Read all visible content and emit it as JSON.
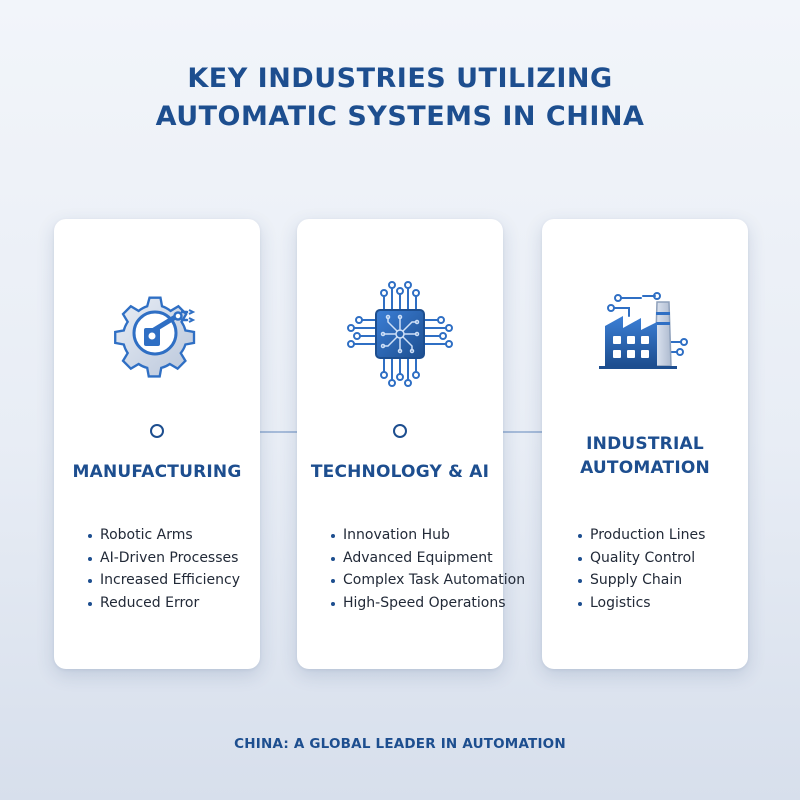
{
  "title": {
    "line1": "KEY INDUSTRIES UTILIZING",
    "line2": "AUTOMATIC SYSTEMS IN CHINA"
  },
  "cards": [
    {
      "icon": "gear-robotic-arm-icon",
      "name": "MANUFACTURING",
      "bullets": [
        "Robotic Arms",
        "AI-Driven Processes",
        "Increased Efficiency",
        "Reduced Error"
      ]
    },
    {
      "icon": "microchip-circuit-icon",
      "name": "TECHNOLOGY & AI",
      "bullets": [
        "Innovation Hub",
        "Advanced Equipment",
        "Complex Task Automation",
        "High-Speed Operations"
      ]
    },
    {
      "icon": "factory-icon",
      "name_line1": "INDUSTRIAL",
      "name_line2": "AUTOMATION",
      "bullets": [
        "Production Lines",
        "Quality Control",
        "Supply Chain",
        "Logistics"
      ]
    }
  ],
  "footer": "CHINA: A GLOBAL LEADER IN AUTOMATION",
  "colors": {
    "accent": "#1d4e8f",
    "icon_blue": "#2f6fc4",
    "connector": "#a6bbd9"
  }
}
